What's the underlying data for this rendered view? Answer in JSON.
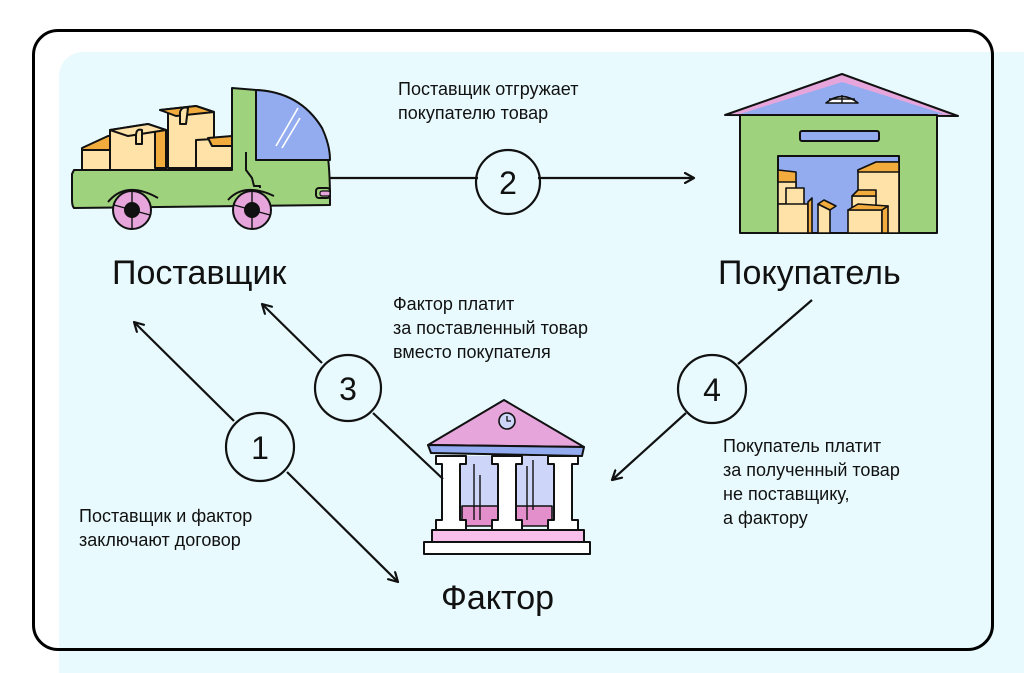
{
  "entities": {
    "supplier": {
      "label": "Поставщик",
      "icon": "truck-icon"
    },
    "buyer": {
      "label": "Покупатель",
      "icon": "warehouse-icon"
    },
    "factor": {
      "label": "Фактор",
      "icon": "bank-icon"
    }
  },
  "steps": [
    {
      "number": "1",
      "from": "supplier",
      "to": "factor",
      "lines": [
        "Поставщик и фактор",
        "заключают договор"
      ]
    },
    {
      "number": "2",
      "from": "supplier",
      "to": "buyer",
      "lines": [
        "Поставщик отгружает",
        "покупателю товар"
      ]
    },
    {
      "number": "3",
      "from": "factor",
      "to": "supplier",
      "lines": [
        "Фактор платит",
        "за поставленный товар",
        "вместо покупателя"
      ]
    },
    {
      "number": "4",
      "from": "buyer",
      "to": "factor",
      "lines": [
        "Покупатель платит",
        "за полученный товар",
        "не поставщику,",
        "а фактору"
      ]
    }
  ],
  "colors": {
    "panel_bg": "#e8fafd",
    "green": "#9fd27c",
    "blue": "#93acf0",
    "pink": "#e6a6dc",
    "box_light": "#fee2a8",
    "box_dark": "#f2ac3e",
    "lavender": "#cdd6f8"
  }
}
